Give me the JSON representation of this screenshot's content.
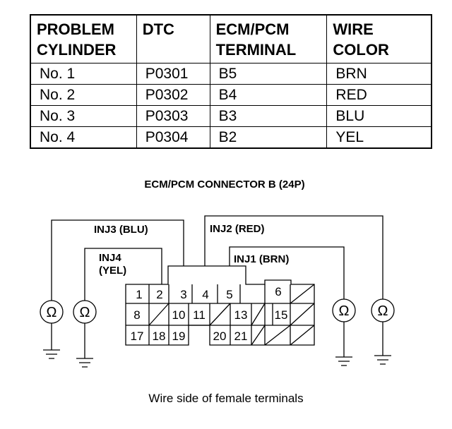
{
  "table": {
    "headers": {
      "cylinder": [
        "PROBLEM",
        "CYLINDER"
      ],
      "dtc": [
        "DTC"
      ],
      "terminal": [
        "ECM/PCM",
        "TERMINAL"
      ],
      "color": [
        "WIRE",
        "COLOR"
      ]
    },
    "rows": [
      {
        "cylinder": "No. 1",
        "dtc": "P0301",
        "terminal": "B5",
        "color": "BRN"
      },
      {
        "cylinder": "No. 2",
        "dtc": "P0302",
        "terminal": "B4",
        "color": "RED"
      },
      {
        "cylinder": "No. 3",
        "dtc": "P0303",
        "terminal": "B3",
        "color": "BLU"
      },
      {
        "cylinder": "No. 4",
        "dtc": "P0304",
        "terminal": "B2",
        "color": "YEL"
      }
    ]
  },
  "diagram": {
    "heading": "ECM/PCM CONNECTOR B (24P)",
    "labels": {
      "inj3": "INJ3 (BLU)",
      "inj2": "INJ2 (RED)",
      "inj4_line1": "INJ4",
      "inj4_line2": "(YEL)",
      "inj1": "INJ1 (BRN)"
    },
    "terminals": [
      "1",
      "2",
      "3",
      "4",
      "5",
      "6",
      "8",
      "10",
      "11",
      "13",
      "15",
      "17",
      "18",
      "19",
      "20",
      "21"
    ],
    "meter_symbol": "Ω",
    "meter_icons": [
      "ohmmeter-icon",
      "ground-icon"
    ],
    "caption": "Wire side of female terminals"
  }
}
